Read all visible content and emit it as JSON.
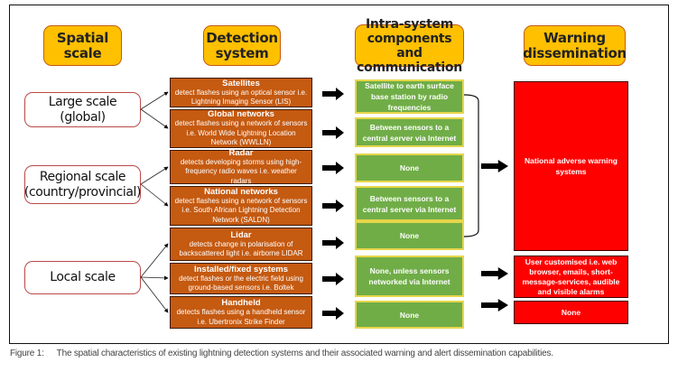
{
  "headers": {
    "spatial_scale": "Spatial scale",
    "detection_system": "Detection system",
    "intra_system": "Intra-system components and communication",
    "warning_dissemination": "Warning dissemination"
  },
  "scales": [
    {
      "line1": "Large scale",
      "line2": "(global)"
    },
    {
      "line1": "Regional scale",
      "line2": "(country/provincial)"
    },
    {
      "line1": "Local scale",
      "line2": ""
    }
  ],
  "detection_systems": [
    {
      "title": "Satellites",
      "desc": "detect flashes using an optical sensor i.e. Lightning Imaging Sensor (LIS)"
    },
    {
      "title": "Global networks",
      "desc": "detect flashes using a network of sensors i.e. World Wide Lightning Location Network (WWLLN)"
    },
    {
      "title": "Radar",
      "desc": "detects developing storms using high-frequency radio waves i.e. weather radars"
    },
    {
      "title": "National networks",
      "desc": "detect flashes using a network of sensors i.e. South African Lightning Detection Network (SALDN)"
    },
    {
      "title": "Lidar",
      "desc": "detects change in polarisation of backscattered light i.e. airborne LIDAR"
    },
    {
      "title": "Installed/fixed systems",
      "desc": "detect flashes or the electric field using ground-based sensors i.e. Boltek"
    },
    {
      "title": "Handheld",
      "desc": "detects flashes using a handheld sensor i.e. Ubertronix Strike Finder"
    }
  ],
  "communication": [
    "Satellite to earth surface base station by radio frequencies",
    "Between sensors to a central server via Internet",
    "None",
    "Between sensors to a central server via Internet",
    "None",
    "None, unless sensors networked via Internet",
    "None"
  ],
  "warning": [
    "National adverse warning systems",
    "User customised i.e. web browser, emails, short-message-services, audible and visible alarms",
    "None"
  ],
  "colors": {
    "header_fill": "#ffc000",
    "detection_fill": "#c55a11",
    "communication_fill": "#70ad47",
    "warning_fill": "#ff0000"
  },
  "caption": {
    "label": "Figure 1:",
    "text": "The spatial characteristics of existing lightning detection systems and their associated warning and alert dissemination capabilities."
  }
}
